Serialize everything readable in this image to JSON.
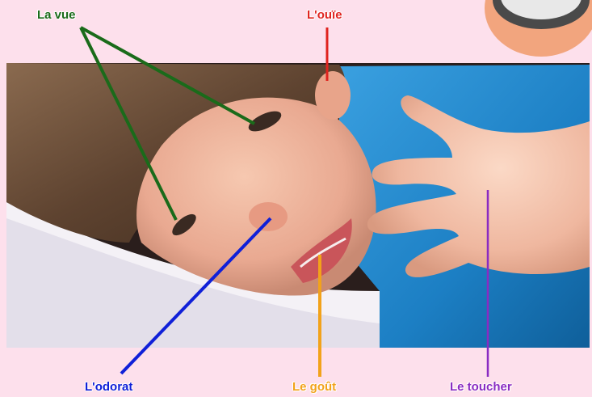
{
  "labels": {
    "vue": {
      "text": "La vue",
      "color": "#1a6b1a"
    },
    "ouie": {
      "text": "L'ouïe",
      "color": "#e0241f"
    },
    "odorat": {
      "text": "L'odorat",
      "color": "#1020d8"
    },
    "gout": {
      "text": "Le goût",
      "color": "#f2a21a"
    },
    "toucher": {
      "text": "Le toucher",
      "color": "#8a2bc2"
    }
  },
  "image": {
    "subject": "photo-child-lying-on-pillow-with-hand-raised"
  }
}
